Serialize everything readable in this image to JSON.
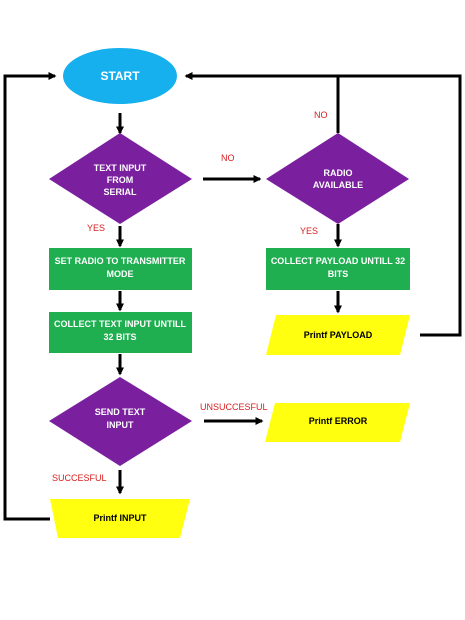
{
  "colors": {
    "start": "#17b0ee",
    "decision": "#7a1f9e",
    "process": "#1fae50",
    "io": "#ffff0f",
    "edge_label": "#d81e1e",
    "line": "#000000"
  },
  "nodes": {
    "start": "START",
    "text_input_decision": [
      "TEXT INPUT",
      "FROM",
      "SERIAL"
    ],
    "radio_available_decision": [
      "RADIO",
      "AVAILABLE"
    ],
    "set_radio_tx": [
      "SET RADIO TO TRANSMITTER",
      "MODE"
    ],
    "collect_payload": [
      "COLLECT PAYLOAD UNTILL 32",
      "BITS"
    ],
    "collect_text": [
      "COLLECT TEXT INPUT UNTILL",
      "32 BITS"
    ],
    "printf_payload": "Printf PAYLOAD",
    "send_text_decision": [
      "SEND TEXT",
      "INPUT"
    ],
    "printf_error": "Printf ERROR",
    "printf_input": "Printf INPUT"
  },
  "edge_labels": {
    "no_top": "NO",
    "no_mid": "NO",
    "yes_left": "YES",
    "yes_right": "YES",
    "unsuccessful": "UNSUCCESFUL",
    "successful": "SUCCESFUL"
  }
}
